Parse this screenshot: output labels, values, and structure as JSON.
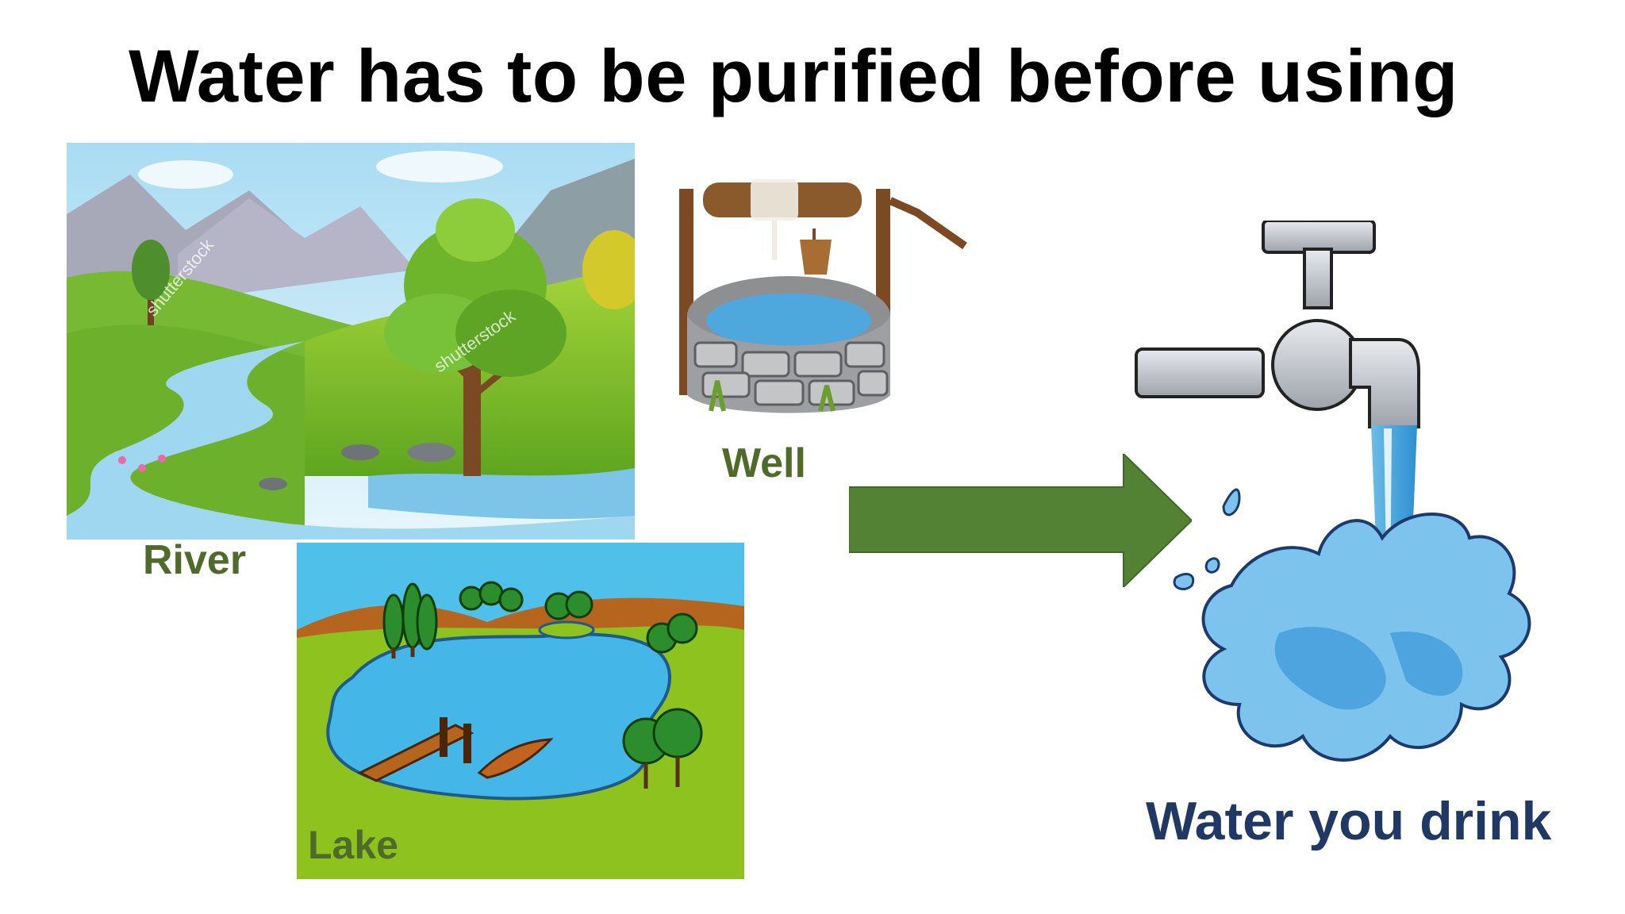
{
  "slide": {
    "title": "Water has to be purified before using"
  },
  "sources": {
    "river_label": "River",
    "well_label": "Well",
    "lake_label": "Lake"
  },
  "result": {
    "label": "Water you drink"
  },
  "watermarks": {
    "stock_text": "shutterstock"
  },
  "colors": {
    "label_green": "#4f6b2a",
    "label_navy": "#1f3864",
    "arrow_green": "#548235",
    "water_blue": "#46b7ea",
    "lake_grass": "#8dc21f"
  },
  "icons": {
    "arrow": "right-arrow-icon",
    "tap": "water-tap-icon",
    "well": "stone-well-icon"
  }
}
